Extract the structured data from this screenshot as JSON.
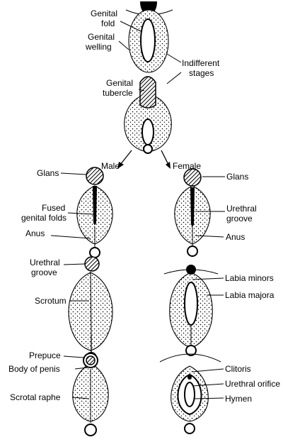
{
  "labels": {
    "genital_fold": [
      "Genital",
      "fold"
    ],
    "genital_welling": [
      "Genital",
      "welling"
    ],
    "indifferent_stages": [
      "Indifferent",
      "stages"
    ],
    "genital_tubercle": [
      "Genital",
      "tubercle"
    ],
    "male": "Male",
    "female": "Female",
    "glans_male": "Glans",
    "glans_female": "Glans",
    "fused_genital_folds": [
      "Fused",
      "genital folds"
    ],
    "urethral_groove_female": [
      "Urethral",
      "groove"
    ],
    "anus_male": "Anus",
    "anus_female": "Anus",
    "urethral_groove_male": [
      "Urethral",
      "groove"
    ],
    "scrotum": "Scrotum",
    "labia_minors": "Labia minors",
    "labia_majora": "Labia majora",
    "prepuce": "Prepuce",
    "body_of_penis": "Body of penis",
    "scrotal_raphe": "Scrotal raphe",
    "clitoris": "Clitoris",
    "urethral_orifice": "Urethral orifice",
    "hymen": "Hymen"
  }
}
